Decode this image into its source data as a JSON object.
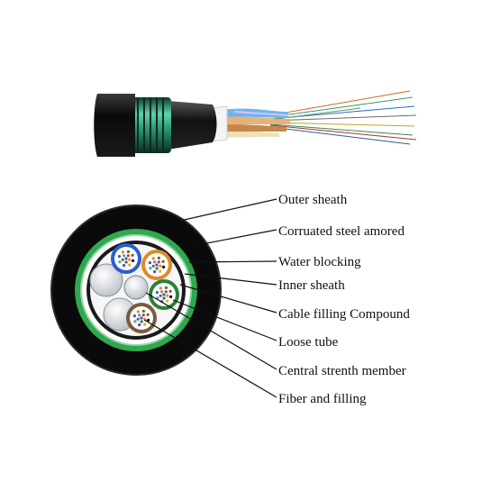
{
  "labels": {
    "outer_sheath": "Outer sheath",
    "steel_armor": "Corruated steel amored",
    "water_blocking": "Water blocking",
    "inner_sheath": "Inner sheath",
    "filling_compound": "Cable filling Compound",
    "loose_tube": "Loose tube",
    "central_member": "Central strenth member",
    "fiber_filling": "Fiber and filling"
  },
  "colors": {
    "outer_jacket": "#0d0d0d",
    "armor_green": "#35b35a",
    "inner_sheath": "#222222",
    "filler_gray": "#d9dde0",
    "tube_blue": "#2a5fd0",
    "tube_orange": "#e08a2a",
    "tube_green": "#2f7d3a",
    "tube_brown": "#7a5a3a",
    "leader_line": "#111111"
  }
}
